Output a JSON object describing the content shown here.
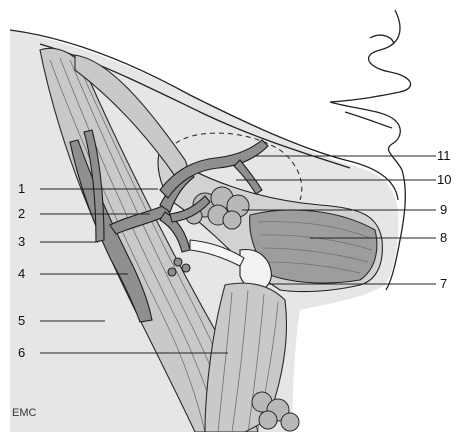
{
  "labels": {
    "l1": "1",
    "l2": "2",
    "l3": "3",
    "l4": "4",
    "l5": "5",
    "l6": "6",
    "l7": "7",
    "l8": "8",
    "l9": "9",
    "l10": "10",
    "l11": "11"
  },
  "credit": "EMC"
}
